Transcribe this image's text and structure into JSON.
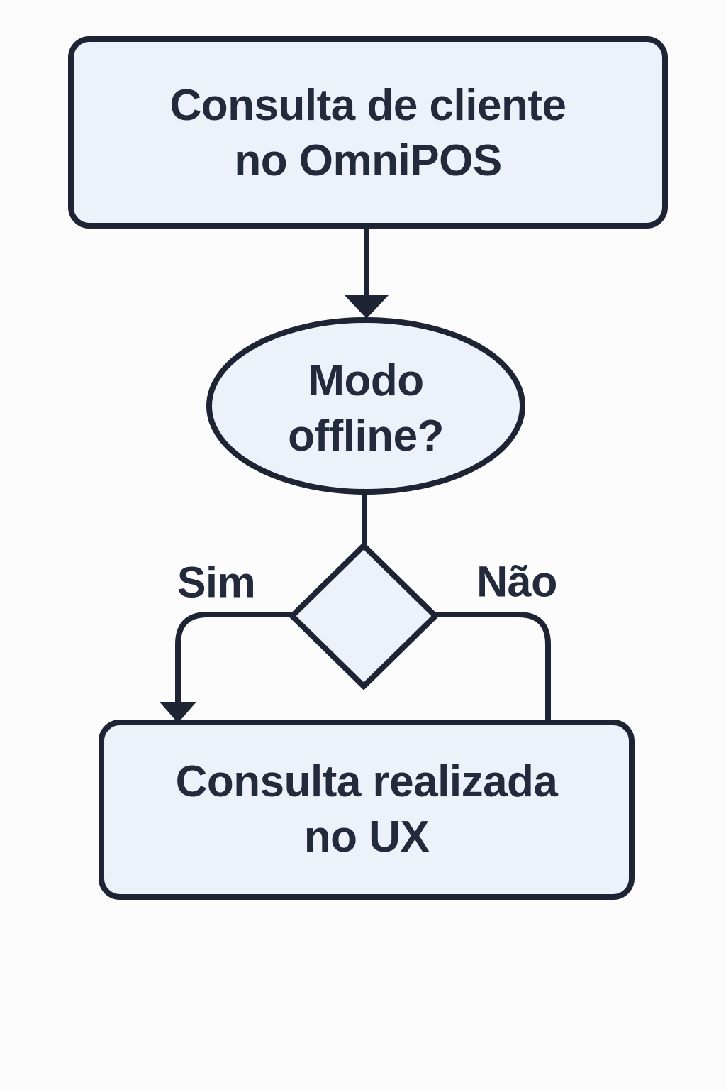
{
  "colors": {
    "background": "#fcfcfd",
    "node_fill": "#edf2fa",
    "stroke": "#1e2434",
    "text": "#232a3c"
  },
  "flowchart": {
    "start": {
      "line1": "Consulta de cliente",
      "line2": "no OmniPOS"
    },
    "decision": {
      "line1": "Modo",
      "line2": "offline?"
    },
    "end": {
      "line1": "Consulta realizada",
      "line2": "no UX"
    },
    "branch_yes": "Sim",
    "branch_no": "Não"
  }
}
